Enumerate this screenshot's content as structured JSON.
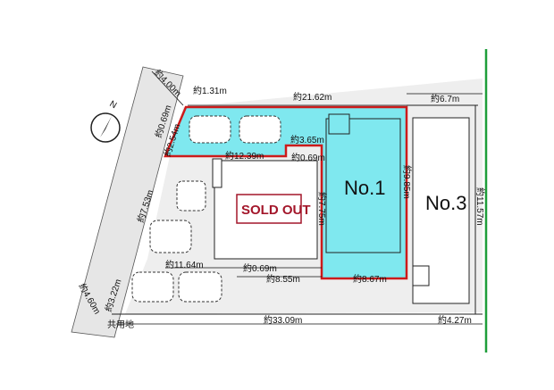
{
  "compass": {
    "label": "N"
  },
  "colors": {
    "highlight_fill": "#7fe8ef",
    "sold_border": "#cc1b1b",
    "lot_gray": "#eeeeee",
    "boundary_green": "#1e9e3a",
    "sold_text": "#a3162a"
  },
  "lots": {
    "no1": {
      "label": "No.1"
    },
    "no3": {
      "label": "No.3"
    },
    "sold": {
      "label": "SOLD OUT"
    }
  },
  "dimensions": {
    "road_width": "約4.00m",
    "d_1_31": "約1.31m",
    "top_width": "約21.62m",
    "diag_0_69": "約0.69m",
    "diag_2_54": "約2.54m",
    "d_3_65": "約3.65m",
    "d_0_69_a": "約0.69m",
    "d_12_39": "約12.39m",
    "d_7_53": "約7.53m",
    "d_11_64": "約11.64m",
    "d_0_69_b": "約0.69m",
    "d_8_55": "約8.55m",
    "d_3_22": "約3.22m",
    "d_4_60": "約4.60m",
    "bottom_width": "約33.09m",
    "no1_left": "約7.75m",
    "no1_right": "約9.85m",
    "no1_bottom": "約8.67m",
    "no3_top": "約6.7m",
    "no3_right": "約11.57m",
    "no3_bottom": "約4.27m",
    "shared_land": "共用地"
  }
}
